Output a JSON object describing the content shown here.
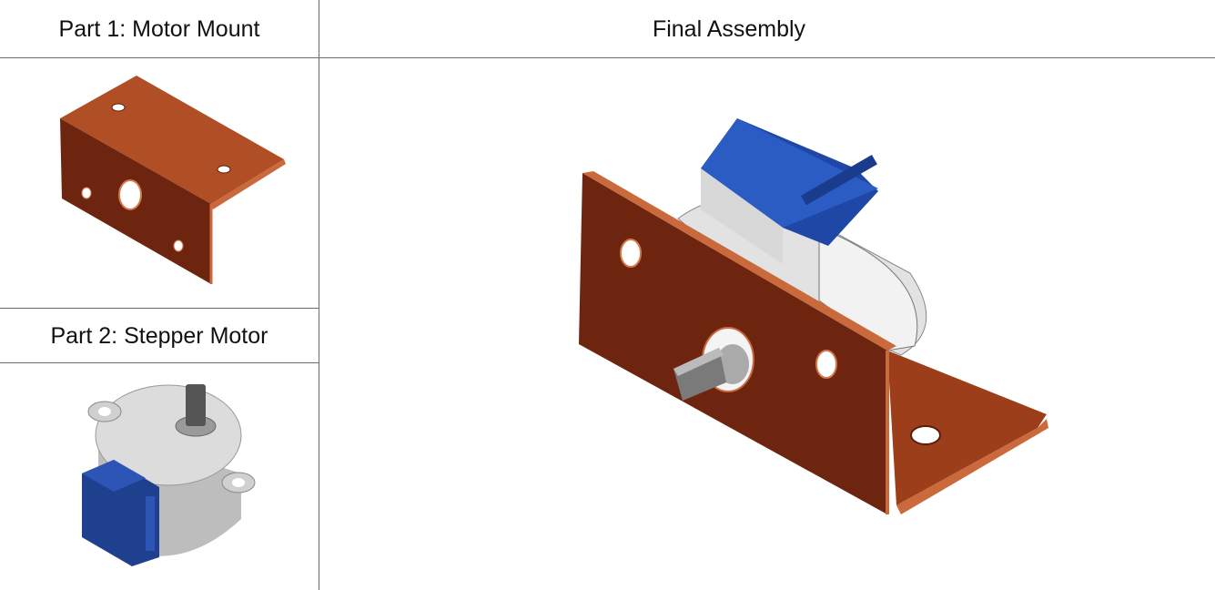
{
  "table": {
    "part1_header": "Part 1: Motor Mount",
    "part2_header": "Part 2: Stepper Motor",
    "assembly_header": "Final Assembly"
  },
  "colors": {
    "copper": "#8a3418",
    "copper_light": "#b5522a",
    "motor_blue": "#1f48a6",
    "motor_grey": "#d6d6d6",
    "grid_line": "#6b6b6b"
  }
}
